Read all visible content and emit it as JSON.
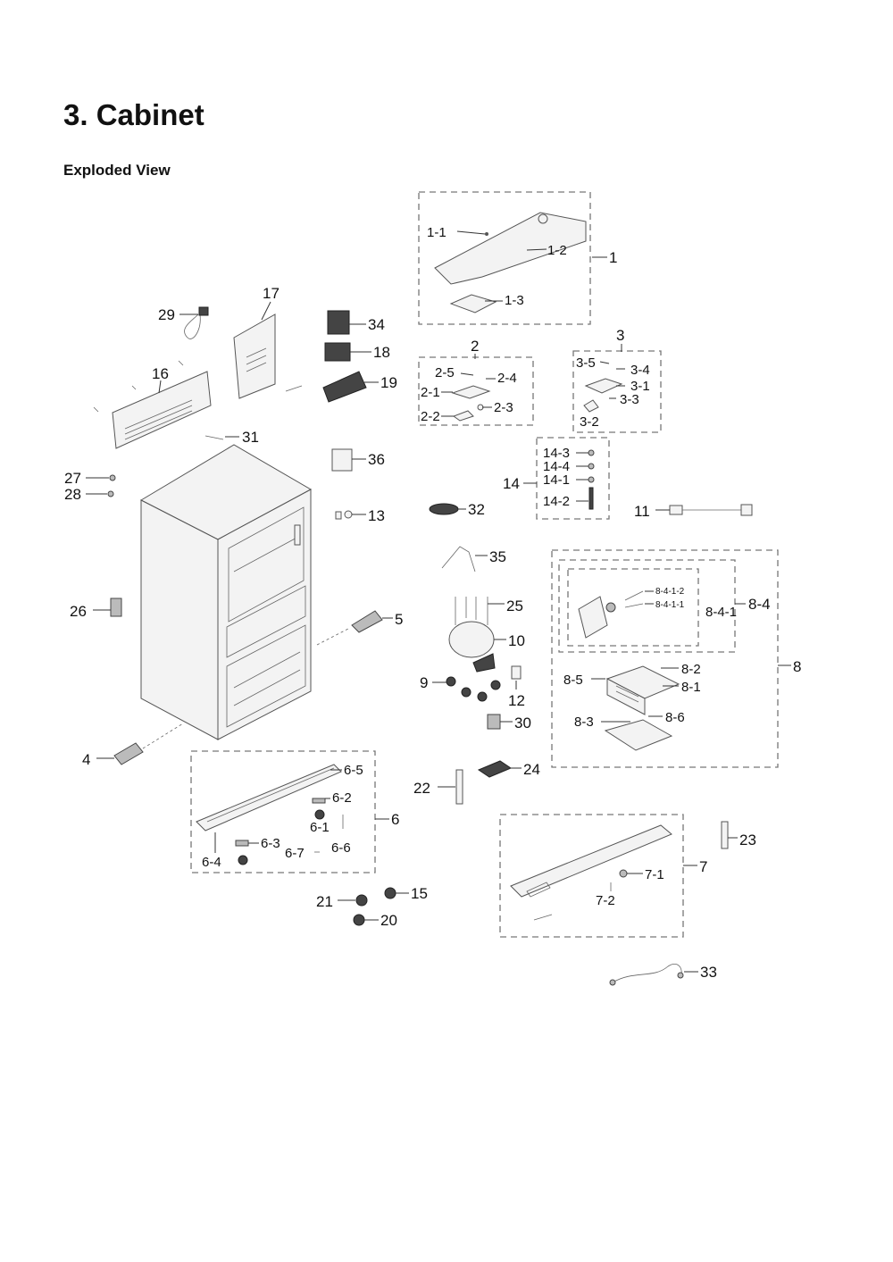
{
  "header": {
    "title": "3.  Cabinet",
    "subtitle": "Exploded View"
  },
  "callouts": {
    "c1": "1",
    "c1_1": "1-1",
    "c1_2": "1-2",
    "c1_3": "1-3",
    "c2": "2",
    "c2_1": "2-1",
    "c2_2": "2-2",
    "c2_3": "2-3",
    "c2_4": "2-4",
    "c2_5": "2-5",
    "c3": "3",
    "c3_1": "3-1",
    "c3_2": "3-2",
    "c3_3": "3-3",
    "c3_4": "3-4",
    "c3_5": "3-5",
    "c4": "4",
    "c5": "5",
    "c6": "6",
    "c6_1": "6-1",
    "c6_2": "6-2",
    "c6_3": "6-3",
    "c6_4": "6-4",
    "c6_5": "6-5",
    "c6_6": "6-6",
    "c6_7": "6-7",
    "c7": "7",
    "c7_1": "7-1",
    "c7_2": "7-2",
    "c8": "8",
    "c8_1": "8-1",
    "c8_2": "8-2",
    "c8_3": "8-3",
    "c8_4": "8-4",
    "c8_4_1": "8-4-1",
    "c8_4_1_1": "8-4-1-1",
    "c8_4_1_2": "8-4-1-2",
    "c8_5": "8-5",
    "c8_6": "8-6",
    "c9": "9",
    "c10": "10",
    "c11": "11",
    "c12": "12",
    "c13": "13",
    "c14": "14",
    "c14_1": "14-1",
    "c14_2": "14-2",
    "c14_3": "14-3",
    "c14_4": "14-4",
    "c15": "15",
    "c16": "16",
    "c17": "17",
    "c18": "18",
    "c19": "19",
    "c20": "20",
    "c21": "21",
    "c22": "22",
    "c23": "23",
    "c24": "24",
    "c25": "25",
    "c26": "26",
    "c27": "27",
    "c28": "28",
    "c29": "29",
    "c30": "30",
    "c31": "31",
    "c32": "32",
    "c33": "33",
    "c34": "34",
    "c35": "35",
    "c36": "36"
  }
}
